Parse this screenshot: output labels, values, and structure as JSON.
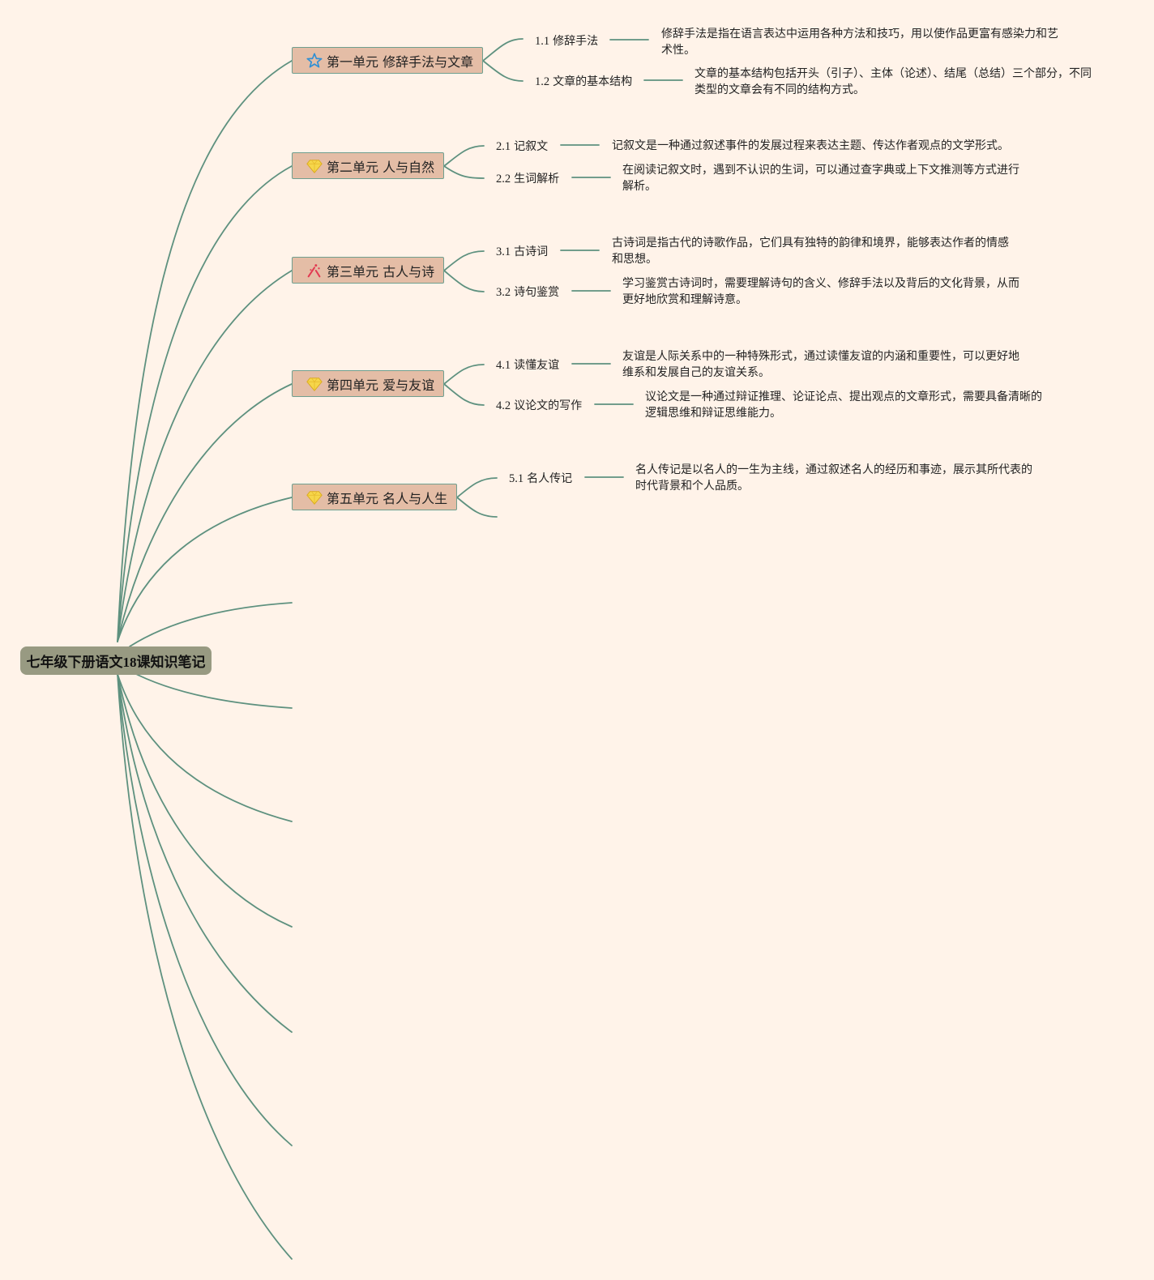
{
  "root": {
    "title": "七年级下册语文18课知识笔记"
  },
  "units": [
    {
      "label": "第一单元 修辞手法与文章",
      "icon": "star-icon",
      "subs": [
        {
          "num": "1.1",
          "label": "修辞手法",
          "desc": "修辞手法是指在语言表达中运用各种方法和技巧，用以使作品更富有感染力和艺术性。"
        },
        {
          "num": "1.2",
          "label": "文章的基本结构",
          "desc": "文章的基本结构包括开头（引子）、主体（论述）、结尾（总结）三个部分，不同类型的文章会有不同的结构方式。"
        }
      ]
    },
    {
      "label": "第二单元 人与自然",
      "icon": "gem-icon",
      "subs": [
        {
          "num": "2.1",
          "label": "记叙文",
          "desc": "记叙文是一种通过叙述事件的发展过程来表达主题、传达作者观点的文学形式。"
        },
        {
          "num": "2.2",
          "label": "生词解析",
          "desc": "在阅读记叙文时，遇到不认识的生词，可以通过查字典或上下文推测等方式进行解析。"
        }
      ]
    },
    {
      "label": "第三单元 古人与诗",
      "icon": "sparkle-icon",
      "subs": [
        {
          "num": "3.1",
          "label": "古诗词",
          "desc": "古诗词是指古代的诗歌作品，它们具有独特的韵律和境界，能够表达作者的情感和思想。"
        },
        {
          "num": "3.2",
          "label": "诗句鉴赏",
          "desc": "学习鉴赏古诗词时，需要理解诗句的含义、修辞手法以及背后的文化背景，从而更好地欣赏和理解诗意。"
        }
      ]
    },
    {
      "label": "第四单元 爱与友谊",
      "icon": "gem-icon",
      "subs": [
        {
          "num": "4.1",
          "label": "读懂友谊",
          "desc": "友谊是人际关系中的一种特殊形式，通过读懂友谊的内涵和重要性，可以更好地维系和发展自己的友谊关系。"
        },
        {
          "num": "4.2",
          "label": "议论文的写作",
          "desc": "议论文是一种通过辩证推理、论证论点、提出观点的文章形式，需要具备清晰的逻辑思维和辩证思维能力。"
        }
      ]
    },
    {
      "label": "第五单元 名人与人生",
      "icon": "gem-icon",
      "subs": [
        {
          "num": "5.1",
          "label": "名人传记",
          "desc": "名人传记是以名人的一生为主线，通过叙述名人的经历和事迹，展示其所代表的时代背景和个人品质。"
        }
      ]
    }
  ],
  "colors": {
    "line": "#5e917f",
    "unit_fill": "#e4bda6",
    "root_fill": "#989a82",
    "background": "#fff3e9"
  }
}
